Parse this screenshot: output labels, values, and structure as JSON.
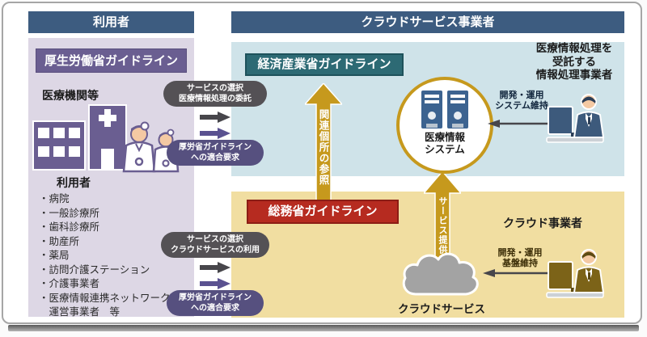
{
  "headers": {
    "left": "利用者",
    "right": "クラウドサービス事業者"
  },
  "user_side": {
    "guideline_title": "厚生労働省ガイドライン",
    "facility_label": "医療機関等",
    "users_heading": "利用者",
    "user_list": [
      "・病院",
      "・一般診療所",
      "・歯科診療所",
      "・助産所",
      "・薬局",
      "・訪問介護ステーション",
      "・介護事業者",
      "・医療情報連携ネットワーク\n　運営事業者　等"
    ]
  },
  "connectors": {
    "top_service_pill": "サービスの選択\n医療情報処理の委託",
    "top_requirement_pill": "厚労省ガイドライン\nへの適合要求",
    "bottom_service_pill": "サービスの選択\nクラウドサービスの利用",
    "bottom_requirement_pill": "厚労省ガイドライン\nへの適合要求"
  },
  "provider_side": {
    "meti_title": "経済産業省ガイドライン",
    "it_provider_label": "医療情報処理を\n受託する\n情報処理事業者",
    "system_label": "医療情報\nシステム",
    "system_maintain_label": "開発・運用\nシステム維持",
    "reference_arrow_label": "関連個所の参照",
    "mic_title": "総務省ガイドライン",
    "cloud_provider_label": "クラウド事業者",
    "cloud_label": "クラウドサービス",
    "infra_maintain_label": "開発・運用\n基盤維持",
    "service_arrow_label": "サービス提供"
  },
  "colors": {
    "header_navy": "#3d5c80",
    "panel_lavender": "#ddd7e5",
    "mhlw_purple": "#6a5e91",
    "panel_blue": "#cfe3e9",
    "meti_teal": "#2d6a74",
    "panel_tan": "#f1dea1",
    "mic_red": "#b62b20",
    "pill_gray": "#545155",
    "pill_purple": "#56507f",
    "gold": "#c6991d",
    "server_blue": "#3c6390",
    "cloud_gray": "#a3a3a3"
  }
}
